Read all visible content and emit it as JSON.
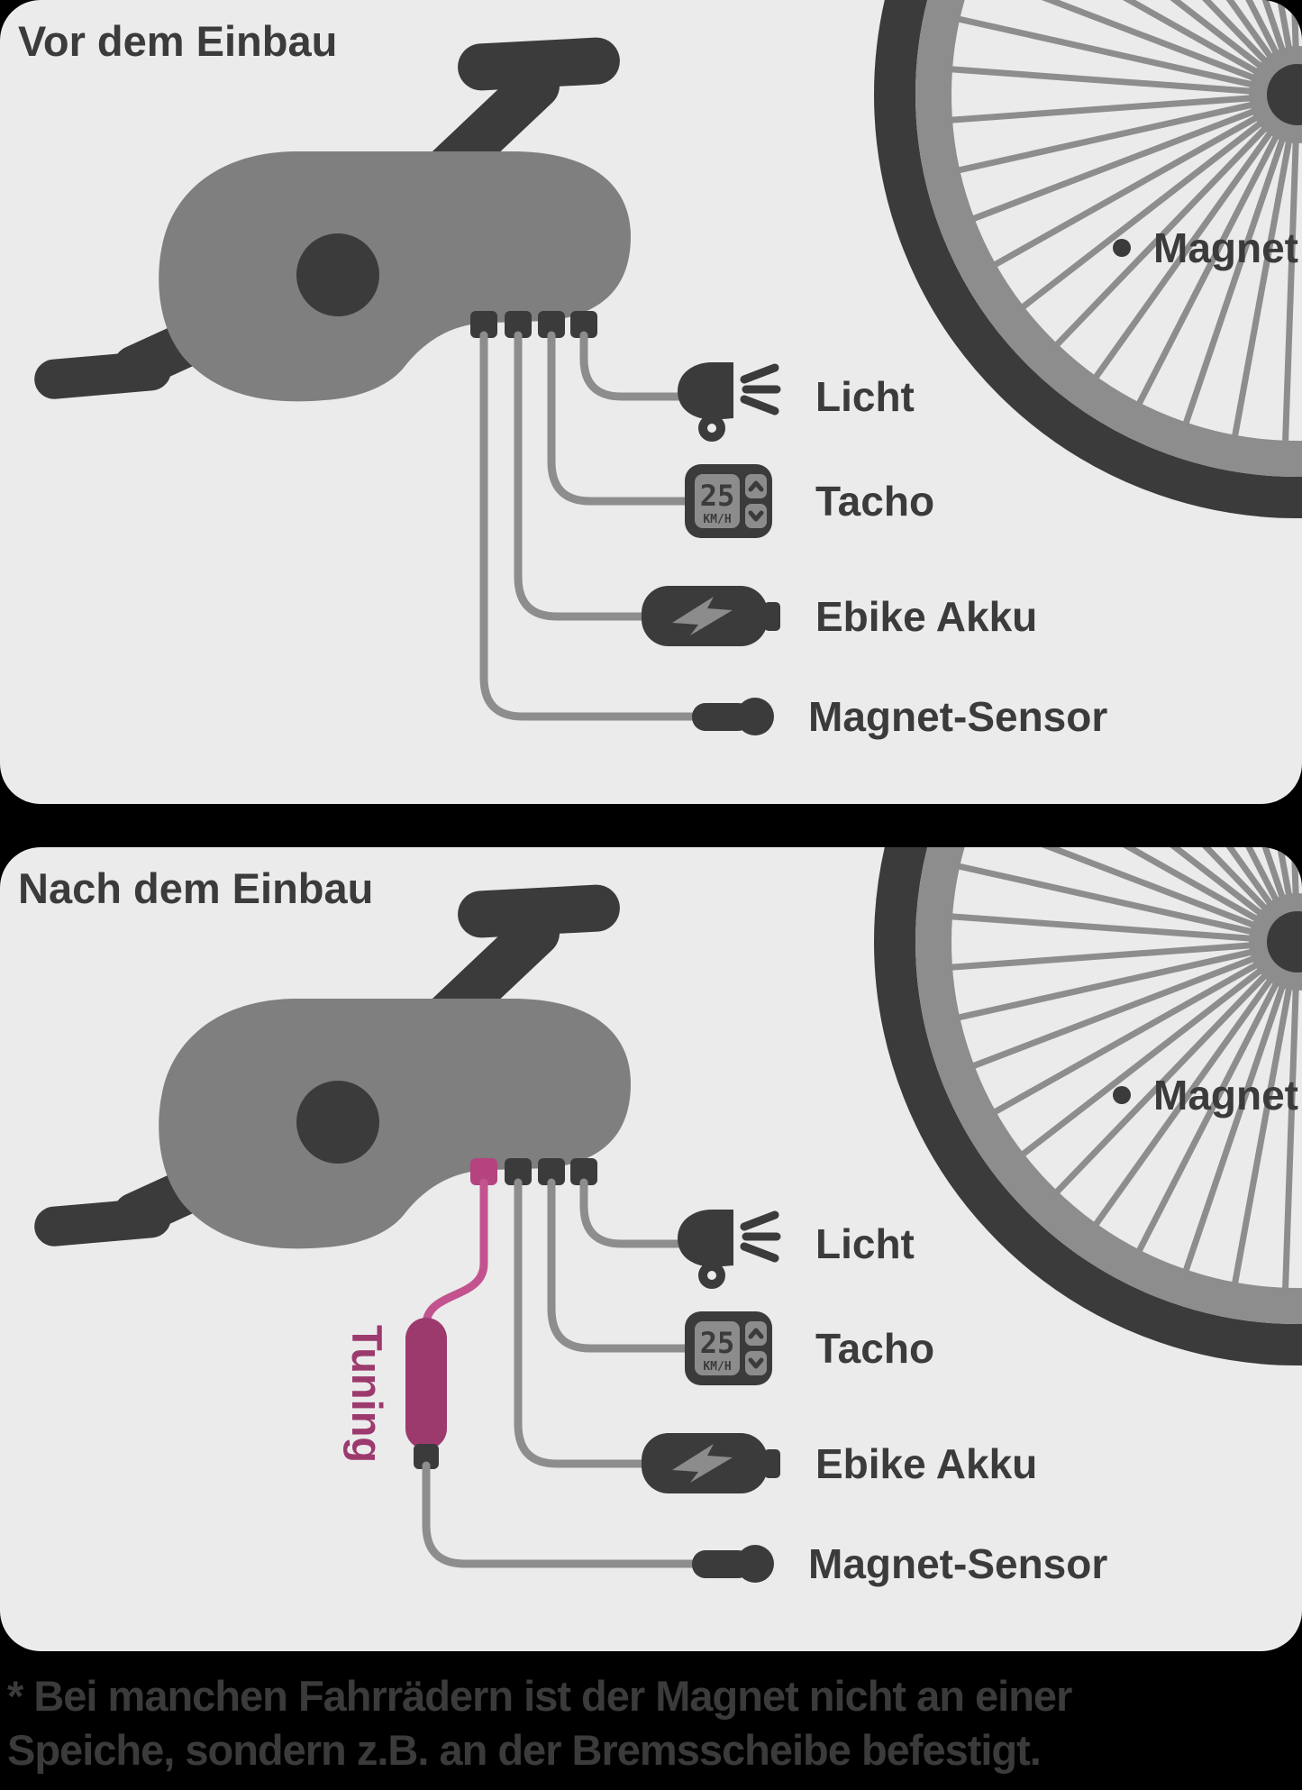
{
  "colors": {
    "page_bg": "#000000",
    "panel_bg": "#ebebeb",
    "dark": "#3b3b3b",
    "motor_gray": "#7f7f7f",
    "cable_gray": "#8d8d8d",
    "detail_gray": "#8c8c8c",
    "pink_connector": "#b4437f",
    "pink_cable": "#c2538f",
    "tuning_body": "#9c3a6d"
  },
  "panels": [
    {
      "id": "before",
      "title": "Vor dem Einbau",
      "tuned": false,
      "magnet_label": "Magnet",
      "tacho_display": {
        "speed": "25",
        "unit": "KM/H"
      },
      "connections": [
        {
          "label": "Licht"
        },
        {
          "label": "Tacho"
        },
        {
          "label": "Ebike Akku"
        },
        {
          "label": "Magnet-Sensor"
        }
      ]
    },
    {
      "id": "after",
      "title": "Nach dem Einbau",
      "tuned": true,
      "tuning_label": "Tuning",
      "magnet_label": "Magnet",
      "tacho_display": {
        "speed": "25",
        "unit": "KM/H"
      },
      "connections": [
        {
          "label": "Licht"
        },
        {
          "label": "Tacho"
        },
        {
          "label": "Ebike Akku"
        },
        {
          "label": "Magnet-Sensor"
        }
      ]
    }
  ],
  "footnote": {
    "line1": "* Bei manchen Fahrrädern ist der Magnet nicht an einer",
    "line2": "Speiche, sondern z.B. an der Bremsscheibe befestigt."
  }
}
